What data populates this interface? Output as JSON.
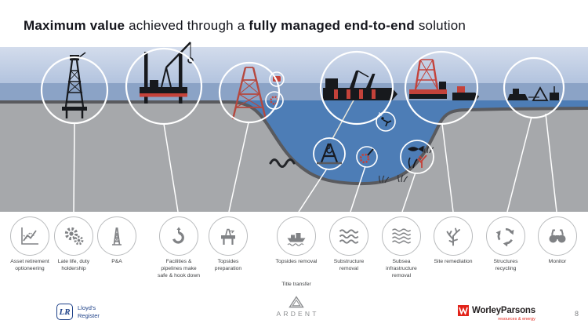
{
  "title": {
    "part1": "Maximum value",
    "part2": " achieved through a ",
    "part3": "fully managed end-to-end",
    "part4": " solution"
  },
  "steps": [
    {
      "label": "Asset retirement optioneering",
      "icon": "line-chart-icon"
    },
    {
      "label": "Late life, duty holdership",
      "icon": "gears-icon"
    },
    {
      "label": "P&A",
      "icon": "well-derrick-icon"
    },
    {
      "label": "Facilities & pipelines make safe & hook down",
      "icon": "hook-icon"
    },
    {
      "label": "Topsides preparation",
      "icon": "topsides-icon"
    },
    {
      "label": "Topsides removal",
      "icon": "barge-icon"
    },
    {
      "label": "Substructure removal",
      "icon": "waves-icon"
    },
    {
      "label": "Subsea infrastructure removal",
      "icon": "subsea-waves-icon"
    },
    {
      "label": "Site remediation",
      "icon": "coral-icon"
    },
    {
      "label": "Structures recycling",
      "icon": "recycle-icon"
    },
    {
      "label": "Monitor",
      "icon": "binoculars-icon"
    }
  ],
  "annotations": {
    "title_transfer": "Title transfer"
  },
  "scene_elements": [
    "fixed-platform",
    "jackup-rig",
    "steel-jacket",
    "heavy-lift-vessel",
    "crane-barge",
    "support-tug",
    "tow-to-shore",
    "diver",
    "lifting-frame",
    "cutting-tool",
    "marine-life",
    "pipeline",
    "seagrass"
  ],
  "footer": {
    "lloyds": {
      "monogram": "LR",
      "line1": "Lloyd's",
      "line2": "Register"
    },
    "ardent": {
      "name": "ARDENT"
    },
    "worley": {
      "name": "WorleyParsons",
      "tagline": "resources & energy"
    },
    "page_number": "8"
  },
  "colors": {
    "sea_blue": "#4d7db6",
    "sky_blue": "#c7d3e7",
    "horizon_band": "#8ba3c6",
    "land_gray": "#a6a8ab",
    "edge_gray": "#595a5e",
    "silhouette_black": "#17191d",
    "accent_red": "#c4423a",
    "icon_gray": "#808285",
    "lr_navy": "#1d4088",
    "worley_red": "#e2231a"
  }
}
